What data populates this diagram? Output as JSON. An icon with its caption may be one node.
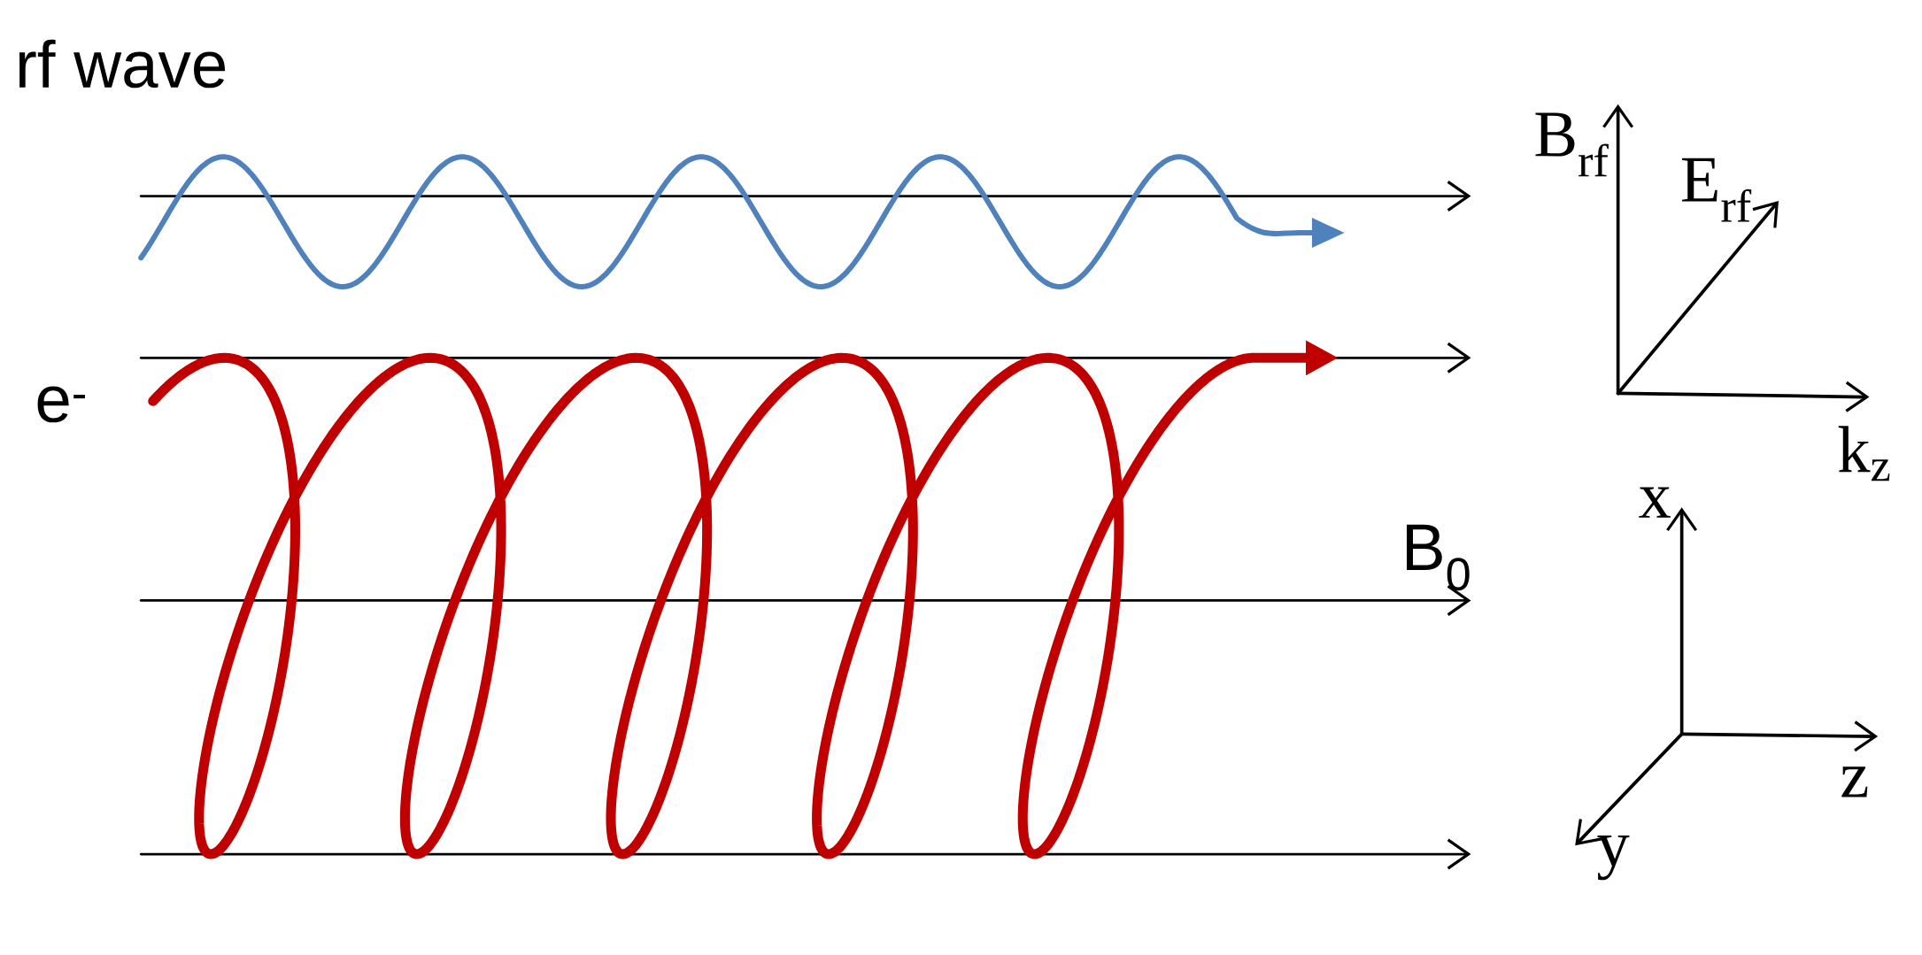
{
  "diagram": {
    "title": "rf wave",
    "labels": [
      "e$^{-}$",
      "B$_{0}$",
      "B$_{rf}$",
      "E$_{rf}$",
      "k$_{z}$",
      "x",
      "z",
      "y"
    ]
  }
}
